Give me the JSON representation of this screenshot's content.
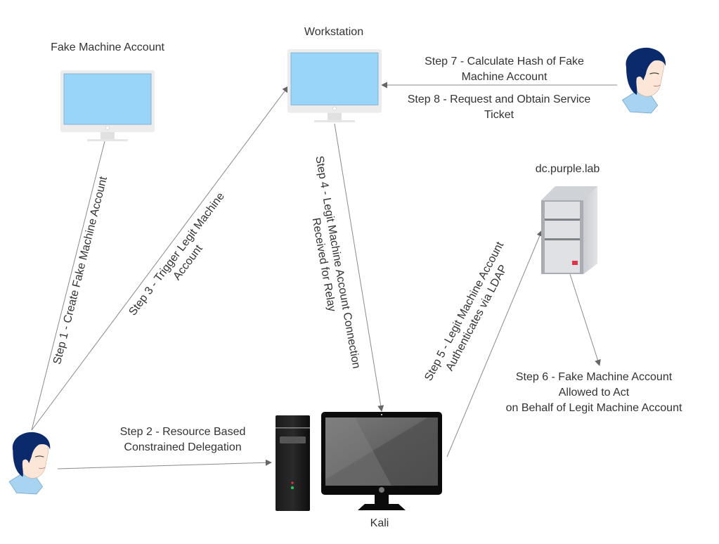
{
  "nodes": {
    "fake_machine": {
      "label": "Fake Machine Account",
      "icon": "monitor-icon"
    },
    "workstation": {
      "label": "Workstation",
      "icon": "monitor-icon"
    },
    "dc": {
      "label": "dc.purple.lab",
      "icon": "server-icon"
    },
    "kali": {
      "label": "Kali",
      "icon": "desktop-computer-icon"
    },
    "attacker": {
      "icon": "user-avatar-icon"
    },
    "victim_user": {
      "icon": "user-avatar-icon"
    }
  },
  "steps": {
    "step1": {
      "lines": [
        "Step 1 - Create Fake Machine Account"
      ]
    },
    "step2": {
      "lines": [
        "Step 2 - Resource Based",
        "Constrained Delegation"
      ]
    },
    "step3": {
      "lines": [
        "Step 3 - Trigger Legit Machine",
        "Account"
      ]
    },
    "step4": {
      "lines": [
        "Step 4 - Legit Machine Account Connection",
        "Received for Relay"
      ]
    },
    "step5": {
      "lines": [
        "Step 5 - Legit Machine Account",
        "Authenticates via LDAP"
      ]
    },
    "step6": {
      "lines": [
        "Step 6 - Fake Machine Account",
        "Allowed to Act",
        "on Behalf of Legit Machine Account"
      ]
    },
    "step7": {
      "lines": [
        "Step 7 - Calculate Hash of Fake",
        "Machine Account"
      ]
    },
    "step8": {
      "lines": [
        "Step 8 - Request and Obtain Service",
        "Ticket"
      ]
    }
  },
  "colors": {
    "screen": "#99d5f8",
    "bezel": "#eeeeee",
    "hair": "#0a2a6b",
    "skin": "#fbe6d8",
    "collar": "#a8d4f2",
    "line": "#888888",
    "arrow": "#666666",
    "led_red": "#e0344a",
    "led_green": "#22c55e"
  }
}
